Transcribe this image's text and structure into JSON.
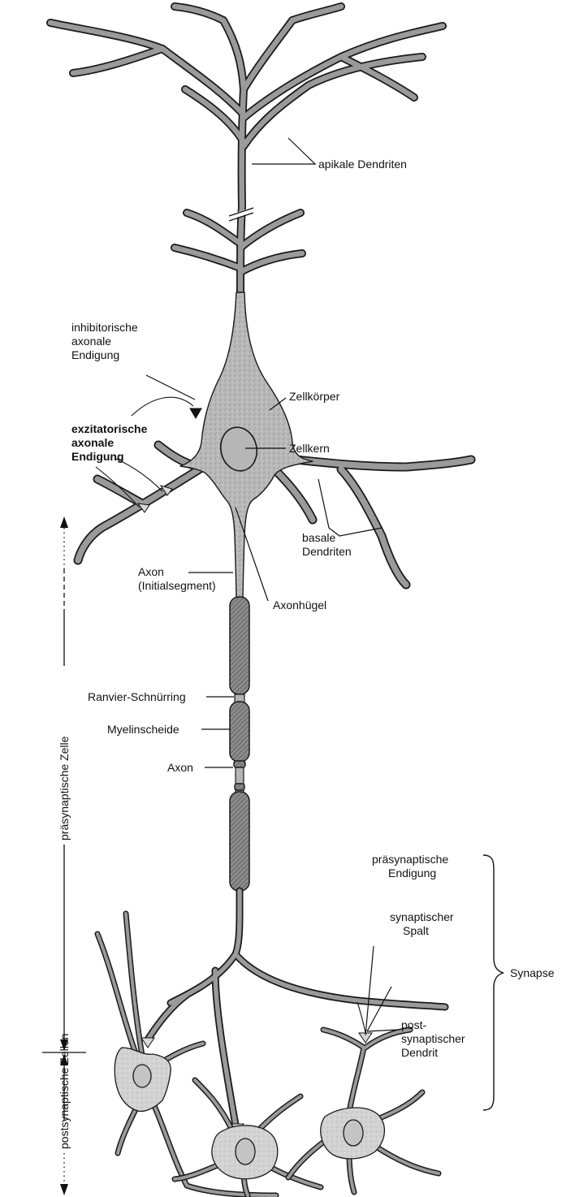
{
  "labels": {
    "apical_dendrites": "apikale Dendriten",
    "inhibitory_terminal": [
      "inhibitorische",
      "axonale",
      "Endigung"
    ],
    "excitatory_terminal": [
      "exzitatorische",
      "axonale",
      "Endigung"
    ],
    "cell_body": "Zellkörper",
    "nucleus": "Zellkern",
    "basal_dendrites": [
      "basale",
      "Dendriten"
    ],
    "axon_initial": [
      "Axon",
      "(Initialsegment)"
    ],
    "axon_hillock": "Axonhügel",
    "node_of_ranvier": "Ranvier-Schnürring",
    "myelin_sheath": "Myelinscheide",
    "axon": "Axon",
    "presynaptic_terminal": [
      "präsynaptische",
      "Endigung"
    ],
    "synaptic_cleft": [
      "synaptischer",
      "Spalt"
    ],
    "postsynaptic_dendrite": [
      "post-",
      "synaptischer",
      "Dendrit"
    ],
    "synapse": "Synapse",
    "presynaptic_cell": "präsynaptische Zelle",
    "postsynaptic_cells": "postsynaptische Zellen"
  }
}
